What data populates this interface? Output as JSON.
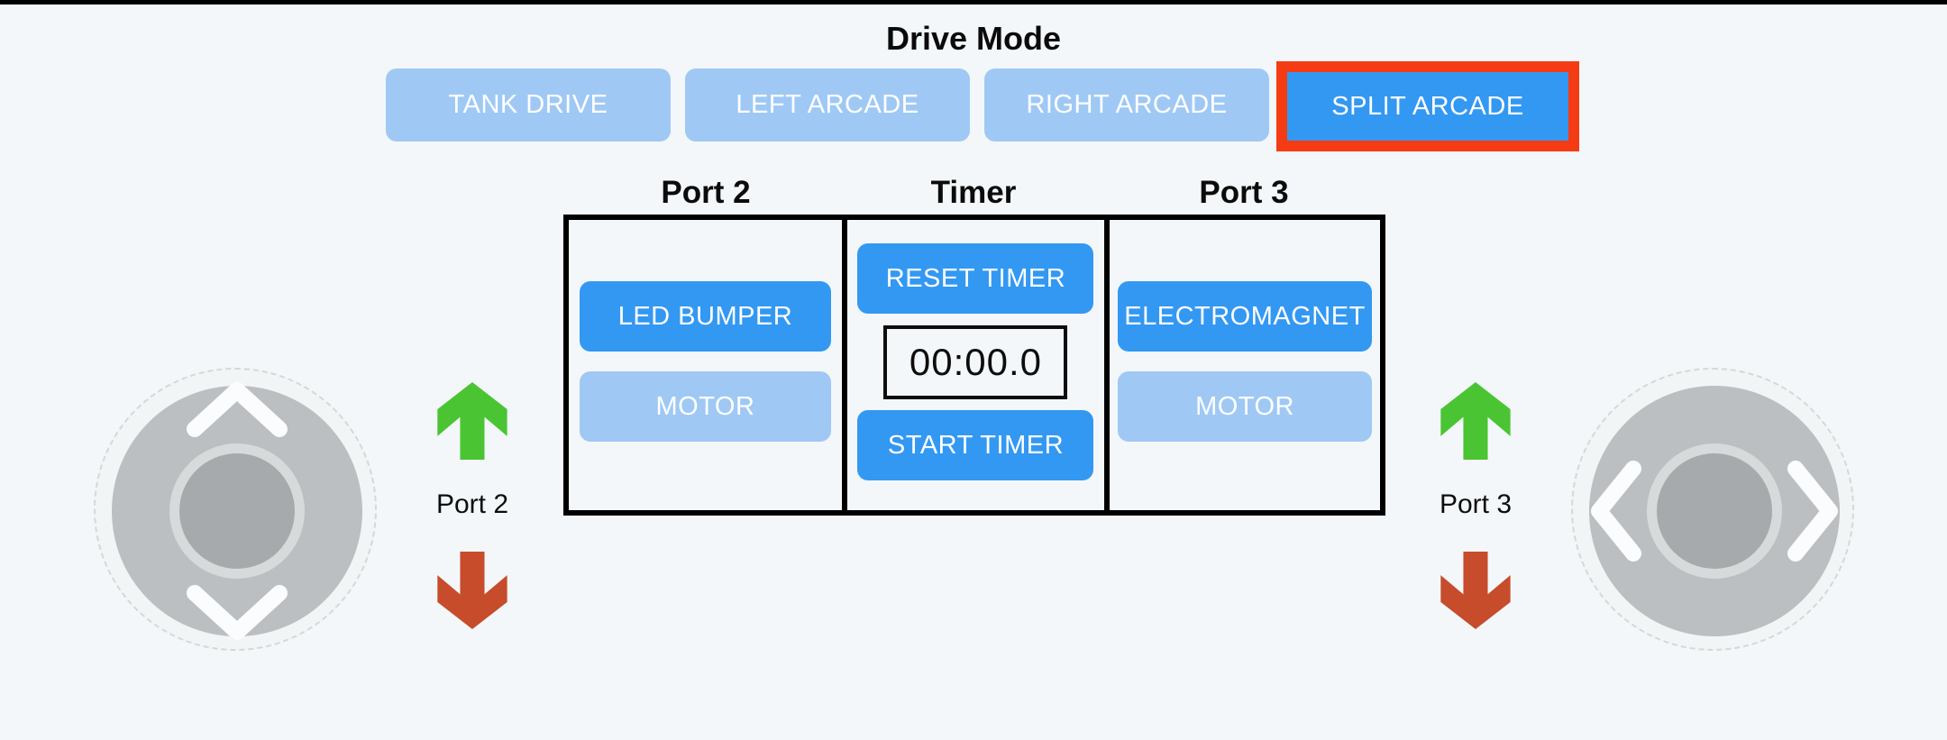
{
  "colors": {
    "background": "#F3F7F9",
    "accent_blue": "#3398F2",
    "light_blue": "#9FC9F4",
    "selected_outline_red": "#F43B14",
    "arrow_green": "#4BC433",
    "arrow_red": "#C64C2B",
    "joystick_gray": "#BBBFC1",
    "joystick_knob": "#A7AAAC",
    "joystick_ring": "#D7DADB",
    "joystick_halo": "#F2F5F6"
  },
  "header": {
    "title": "Drive Mode"
  },
  "drive_mode": {
    "buttons": [
      {
        "label": "TANK DRIVE",
        "selected": false
      },
      {
        "label": "LEFT ARCADE",
        "selected": false
      },
      {
        "label": "RIGHT ARCADE",
        "selected": false
      },
      {
        "label": "SPLIT ARCADE",
        "selected": true
      }
    ]
  },
  "console": {
    "columns": [
      {
        "header": "Port 2",
        "buttons": [
          {
            "label": "LED BUMPER",
            "active": true
          },
          {
            "label": "MOTOR",
            "active": false
          }
        ]
      },
      {
        "header": "Timer",
        "reset_label": "RESET TIMER",
        "display": "00:00.0",
        "start_label": "START TIMER"
      },
      {
        "header": "Port 3",
        "buttons": [
          {
            "label": "ELECTROMAGNET",
            "active": true
          },
          {
            "label": "MOTOR",
            "active": false
          }
        ]
      }
    ]
  },
  "port_indicators": {
    "left": {
      "label": "Port 2",
      "up_icon": "green-up-arrow",
      "down_icon": "red-down-arrow"
    },
    "right": {
      "label": "Port 3",
      "up_icon": "green-up-arrow",
      "down_icon": "red-down-arrow"
    }
  },
  "joysticks": {
    "left": {
      "axis": "vertical",
      "chevrons": [
        "up",
        "down"
      ]
    },
    "right": {
      "axis": "horizontal",
      "chevrons": [
        "left",
        "right"
      ]
    }
  }
}
